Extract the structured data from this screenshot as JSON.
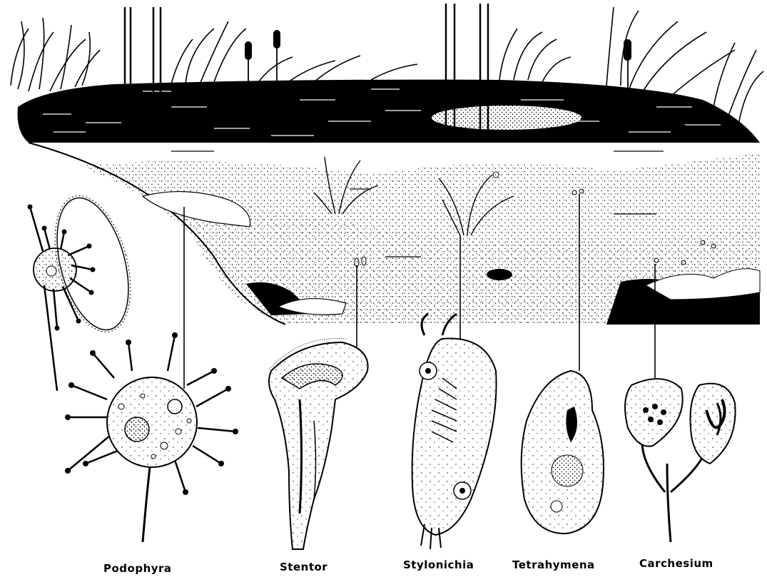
{
  "figure": {
    "labels": [
      {
        "id": "podophyra",
        "text": "Podophyra"
      },
      {
        "id": "stentor",
        "text": "Stentor"
      },
      {
        "id": "stylonichia",
        "text": "Stylonichia"
      },
      {
        "id": "tetrahymena",
        "text": "Tetrahymena"
      },
      {
        "id": "carchesium",
        "text": "Carchesium"
      }
    ]
  },
  "colors": {
    "ink": "#000000",
    "paper": "#ffffff"
  }
}
